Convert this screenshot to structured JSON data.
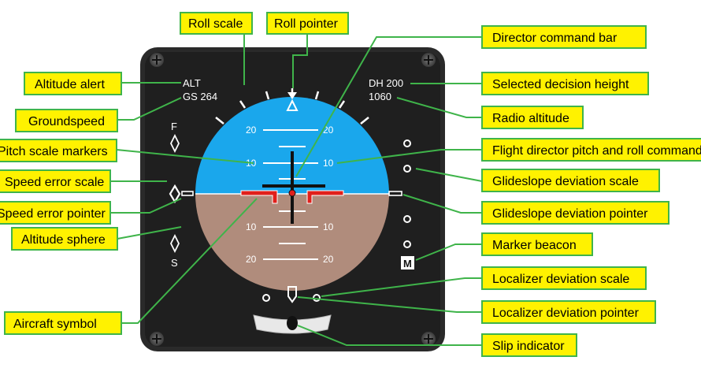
{
  "instrument": {
    "alt_alert": "ALT",
    "groundspeed": "GS 264",
    "decision_height": "DH 200",
    "radio_altitude": "1060",
    "speed_fast": "F",
    "speed_slow": "S",
    "marker_beacon": "M",
    "pitch_labels": [
      "20",
      "20",
      "10",
      "10",
      "10",
      "10",
      "20",
      "20"
    ]
  },
  "callouts": [
    {
      "id": "roll-scale",
      "label": "Roll scale"
    },
    {
      "id": "roll-pointer",
      "label": "Roll pointer"
    },
    {
      "id": "director-command-bar",
      "label": "Director command bar"
    },
    {
      "id": "altitude-alert",
      "label": "Altitude alert"
    },
    {
      "id": "selected-decision-height",
      "label": "Selected decision height"
    },
    {
      "id": "groundspeed",
      "label": "Groundspeed"
    },
    {
      "id": "radio-altitude",
      "label": "Radio altitude"
    },
    {
      "id": "pitch-scale-markers",
      "label": "Pitch scale markers"
    },
    {
      "id": "flight-director-pitch-roll",
      "label": "Flight director pitch and roll command"
    },
    {
      "id": "speed-error-scale",
      "label": "Speed error scale"
    },
    {
      "id": "glideslope-deviation-scale",
      "label": "Glideslope deviation scale"
    },
    {
      "id": "speed-error-pointer",
      "label": "Speed error pointer"
    },
    {
      "id": "glideslope-deviation-pointer",
      "label": "Glideslope deviation pointer"
    },
    {
      "id": "altitude-sphere",
      "label": "Altitude sphere"
    },
    {
      "id": "marker-beacon",
      "label": "Marker beacon"
    },
    {
      "id": "localizer-deviation-scale",
      "label": "Localizer deviation scale"
    },
    {
      "id": "aircraft-symbol",
      "label": "Aircraft symbol"
    },
    {
      "id": "localizer-deviation-pointer",
      "label": "Localizer deviation pointer"
    },
    {
      "id": "slip-indicator",
      "label": "Slip indicator"
    }
  ],
  "colors": {
    "sky": "#1aa7ec",
    "ground": "#b08c7c",
    "bezel": "#2a2a2a",
    "callout_fill": "#fff200",
    "leader": "#3fb44a",
    "aircraft_symbol": "#e0201b"
  }
}
